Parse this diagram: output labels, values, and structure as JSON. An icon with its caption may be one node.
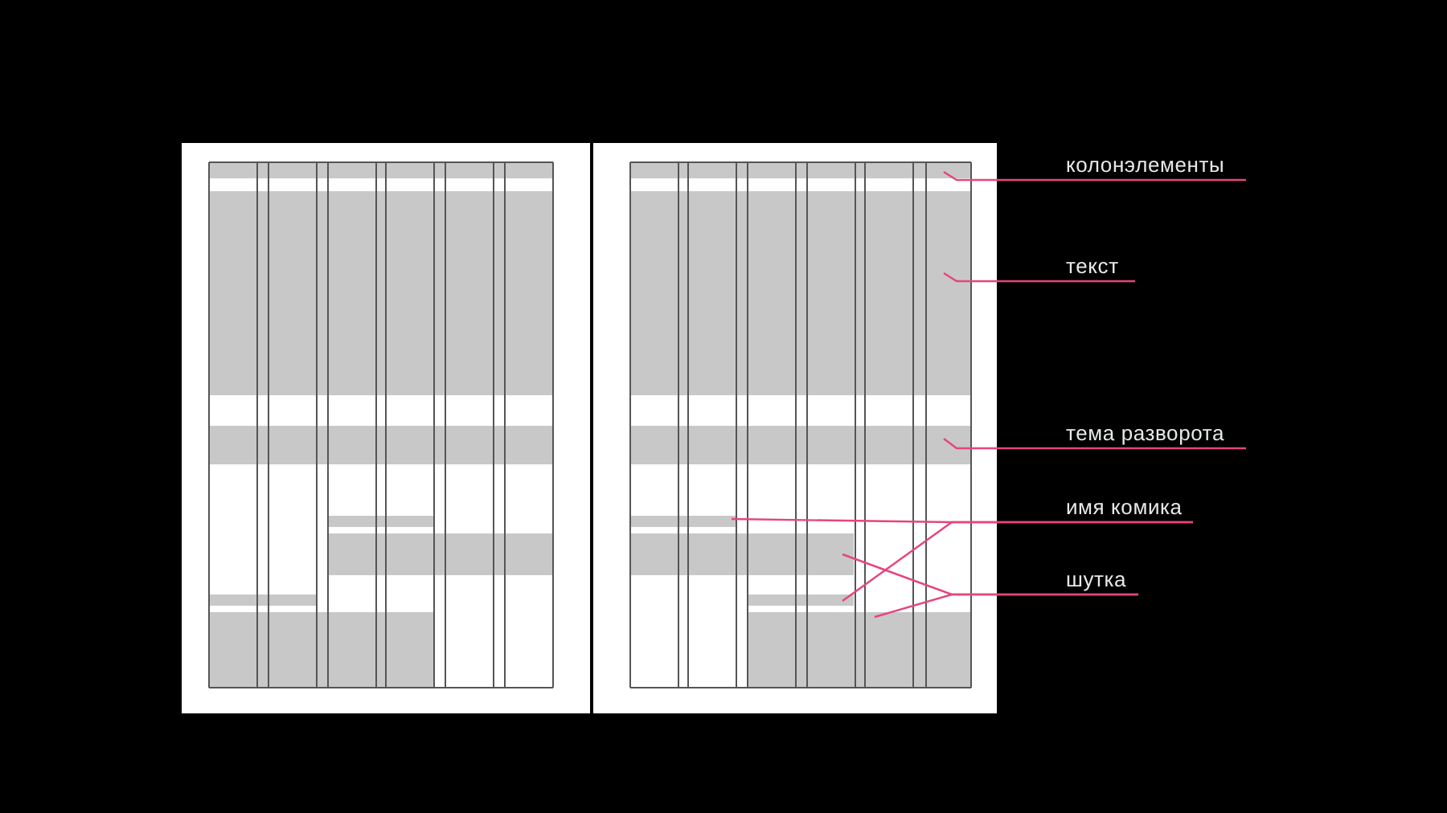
{
  "diagram": {
    "nodes": [
      {
        "text": [
          "колонэлементы"
        ]
      },
      {
        "text": [
          "текст"
        ]
      },
      {
        "text": [
          "тема разворота"
        ]
      },
      {
        "text": [
          "имя комика"
        ]
      },
      {
        "text": [
          "шутка"
        ]
      },
      {
        "text": [],
        "shape": "box"
      },
      {
        "text": [],
        "shape": "box"
      },
      {
        "text": [],
        "shape": "box"
      },
      {
        "text": [],
        "shape": "box"
      },
      {
        "text": [],
        "shape": "box"
      },
      {
        "text": [],
        "shape": "box"
      },
      {
        "text": [],
        "shape": "box"
      }
    ],
    "edges": [
      {
        "from": 0,
        "to": 5,
        "arrow": "none"
      },
      {
        "from": 1,
        "to": 6,
        "arrow": "none"
      },
      {
        "from": 2,
        "to": 7,
        "arrow": "none"
      },
      {
        "from": 3,
        "to": 8,
        "arrow": "none"
      },
      {
        "from": 3,
        "to": 10,
        "arrow": "none"
      },
      {
        "from": 4,
        "to": 9,
        "arrow": "none"
      },
      {
        "from": 4,
        "to": 11,
        "arrow": "none"
      }
    ]
  }
}
